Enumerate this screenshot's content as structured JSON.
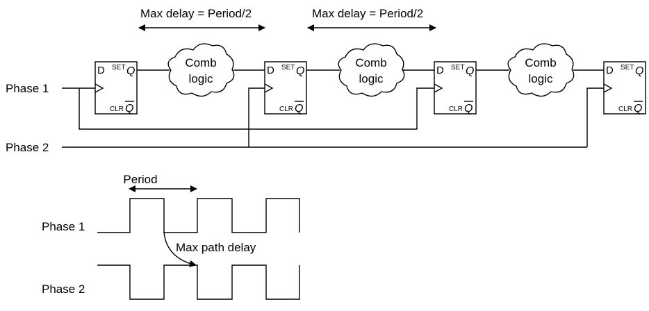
{
  "signals": {
    "phase1": "Phase 1",
    "phase2": "Phase 2"
  },
  "annotations": {
    "max_delay_1": "Max delay = Period/2",
    "max_delay_2": "Max delay = Period/2",
    "period": "Period",
    "max_path_delay": "Max path delay"
  },
  "flipflop": {
    "d": "D",
    "set": "SET",
    "q": "Q",
    "clr": "CLR",
    "qbar": "Q"
  },
  "comb_logic": {
    "line1": "Comb",
    "line2": "logic"
  },
  "timing": {
    "phase1": "Phase 1",
    "phase2": "Phase 2"
  }
}
